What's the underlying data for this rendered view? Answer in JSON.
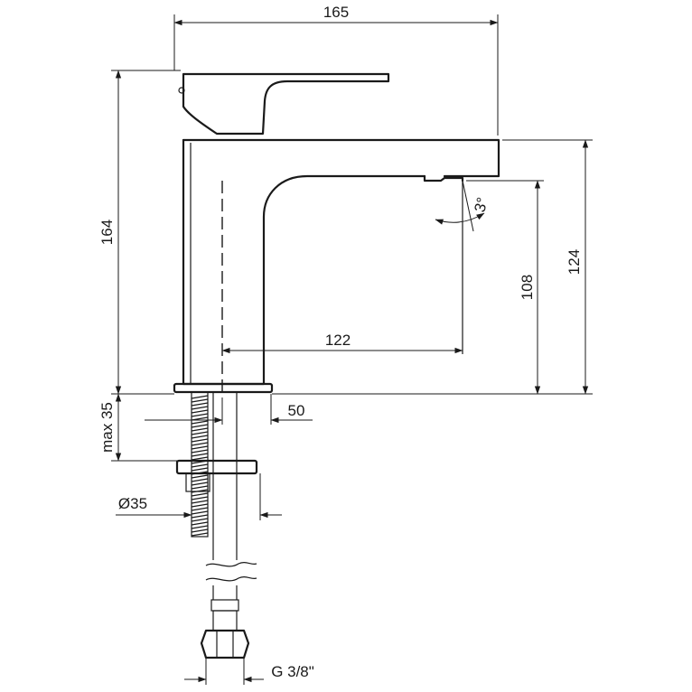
{
  "dimensions": {
    "overall_width": "165",
    "overall_height": "164",
    "spout_height": "124",
    "outlet_height": "108",
    "spout_reach": "122",
    "spray_angle": "3°",
    "mount_max_thickness": "max 35",
    "shank_offset": "50",
    "hole_diameter": "Ø35",
    "connector_thread": "G 3/8\""
  }
}
